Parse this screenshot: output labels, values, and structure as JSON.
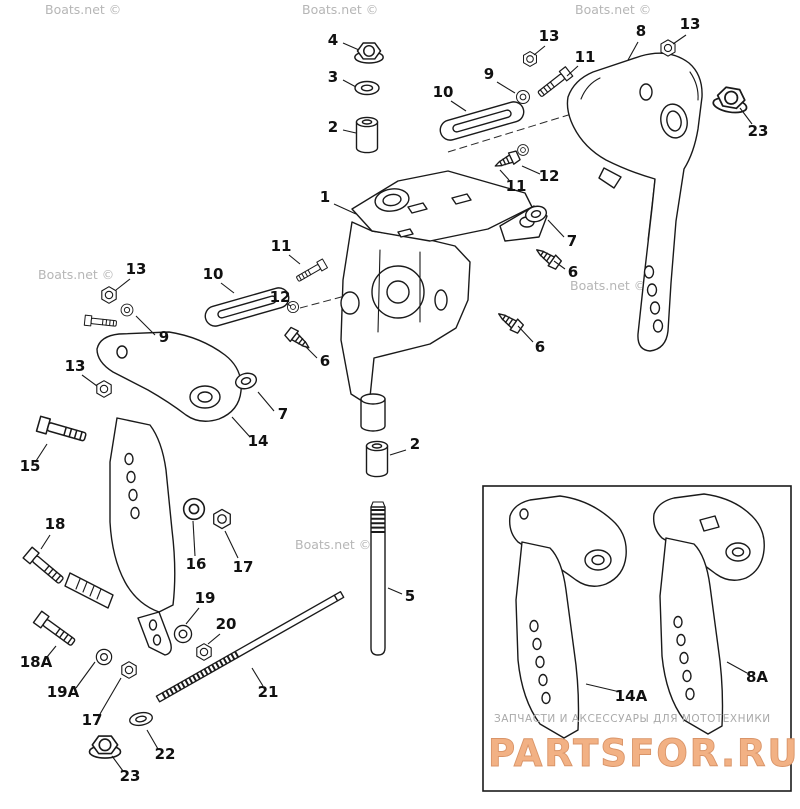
{
  "watermarks": {
    "text": "Boats.net ©"
  },
  "footer": {
    "tagline": "ЗАПЧАСТИ И АКСЕССУАРЫ ДЛЯ МОТОТЕХНИКИ",
    "brand": "PARTSFOR.RU"
  },
  "colors": {
    "line": "#1a1a1a",
    "callout_text": "#111111",
    "watermark": "#b6b6b6",
    "brand": "#f2b184",
    "background": "#ffffff"
  },
  "callouts": [
    {
      "label": "4"
    },
    {
      "label": "3"
    },
    {
      "label": "2"
    },
    {
      "label": "1"
    },
    {
      "label": "13"
    },
    {
      "label": "11"
    },
    {
      "label": "9"
    },
    {
      "label": "10"
    },
    {
      "label": "8"
    },
    {
      "label": "13"
    },
    {
      "label": "23"
    },
    {
      "label": "12"
    },
    {
      "label": "11"
    },
    {
      "label": "7"
    },
    {
      "label": "6"
    },
    {
      "label": "6"
    },
    {
      "label": "13"
    },
    {
      "label": "11"
    },
    {
      "label": "10"
    },
    {
      "label": "12"
    },
    {
      "label": "9"
    },
    {
      "label": "6"
    },
    {
      "label": "13"
    },
    {
      "label": "7"
    },
    {
      "label": "14"
    },
    {
      "label": "15"
    },
    {
      "label": "2"
    },
    {
      "label": "16"
    },
    {
      "label": "17"
    },
    {
      "label": "18"
    },
    {
      "label": "5"
    },
    {
      "label": "19"
    },
    {
      "label": "20"
    },
    {
      "label": "18A"
    },
    {
      "label": "19A"
    },
    {
      "label": "17"
    },
    {
      "label": "21"
    },
    {
      "label": "22"
    },
    {
      "label": "23"
    },
    {
      "label": "14A"
    },
    {
      "label": "8A"
    }
  ]
}
